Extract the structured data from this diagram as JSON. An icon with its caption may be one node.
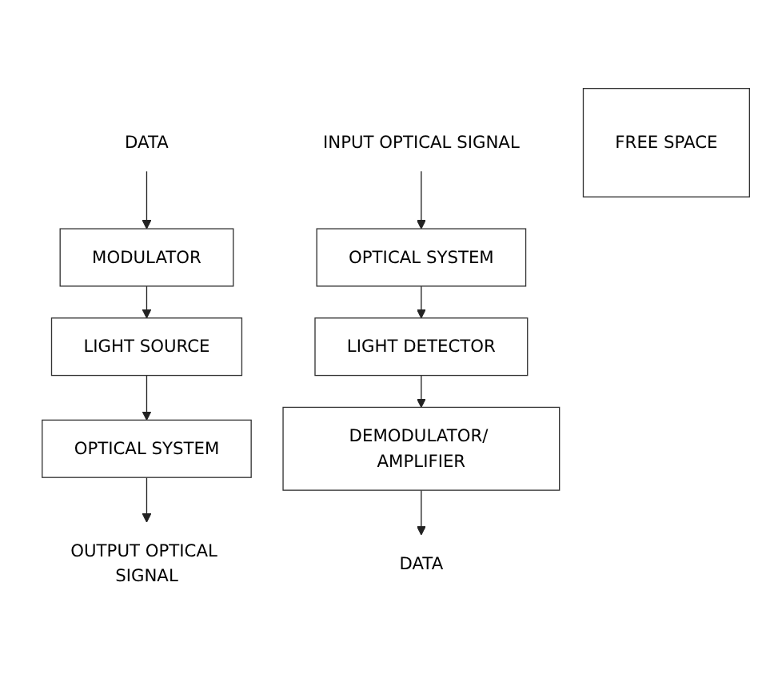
{
  "diagram": {
    "nodes": [
      {
        "text": [
          "DATA"
        ]
      },
      {
        "text": [
          "MODULATOR"
        ]
      },
      {
        "text": [
          "LIGHT SOURCE"
        ]
      },
      {
        "text": [
          "OPTICAL SYSTEM"
        ]
      },
      {
        "text": [
          "OUTPUT OPTICAL SIGNAL"
        ]
      },
      {
        "text": [
          "DATA"
        ]
      },
      {
        "text": [
          "DEMODULATOR/ AMPLIFIER"
        ]
      },
      {
        "text": [
          "LIGHT DETECTOR"
        ]
      },
      {
        "text": [
          "OPTICAL SYSTEM"
        ]
      },
      {
        "text": [
          "INPUT OPTICAL SIGNAL"
        ]
      },
      {
        "text": [
          "FREE SPACE"
        ]
      }
    ],
    "edges": [
      {
        "from": 0,
        "to": 1,
        "arrow": "to"
      },
      {
        "from": 1,
        "to": 2,
        "arrow": "to"
      },
      {
        "from": 2,
        "to": 3,
        "arrow": "to"
      },
      {
        "from": 3,
        "to": 4,
        "arrow": "to"
      },
      {
        "from": 9,
        "to": 8,
        "arrow": "to"
      },
      {
        "from": 8,
        "to": 7,
        "arrow": "to"
      },
      {
        "from": 7,
        "to": 6,
        "arrow": "to"
      },
      {
        "from": 6,
        "to": 5,
        "arrow": "to"
      }
    ]
  }
}
